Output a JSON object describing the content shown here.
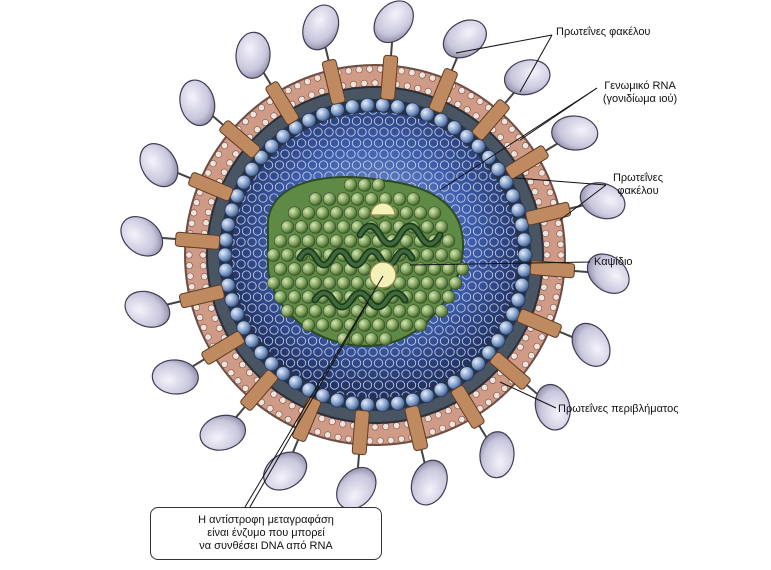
{
  "labels": {
    "envelope_proteins_top": "Πρωτεΐνες φακέλου",
    "genomic_rna_line1": "Γενωμικό RNA",
    "genomic_rna_line2": "(γονιδίωμα ιού)",
    "envelope_proteins_mid_line1": "Πρωτεΐνες",
    "envelope_proteins_mid_line2": "φακέλου",
    "capsid": "Καψίδιο",
    "matrix_proteins": "Πρωτεΐνες περιβλήματος"
  },
  "note": {
    "line1": "Η αντίστροφη μεταγραφάση",
    "line2": "είναι ένζυμο που μπορεί",
    "line3": "να συνθέσει DNA από RNA"
  },
  "colors": {
    "glycoprotein": "#c8c6dc",
    "spike_stalk": "#c08a60",
    "membrane": "#cf9a86",
    "matrix_ring": "#4a5564",
    "capsid_beads": "#7f9cc8",
    "interior": "#3d5ea8",
    "core": "#6f9950",
    "rna": "#2f5630",
    "enzyme": "#f3f0b8"
  }
}
